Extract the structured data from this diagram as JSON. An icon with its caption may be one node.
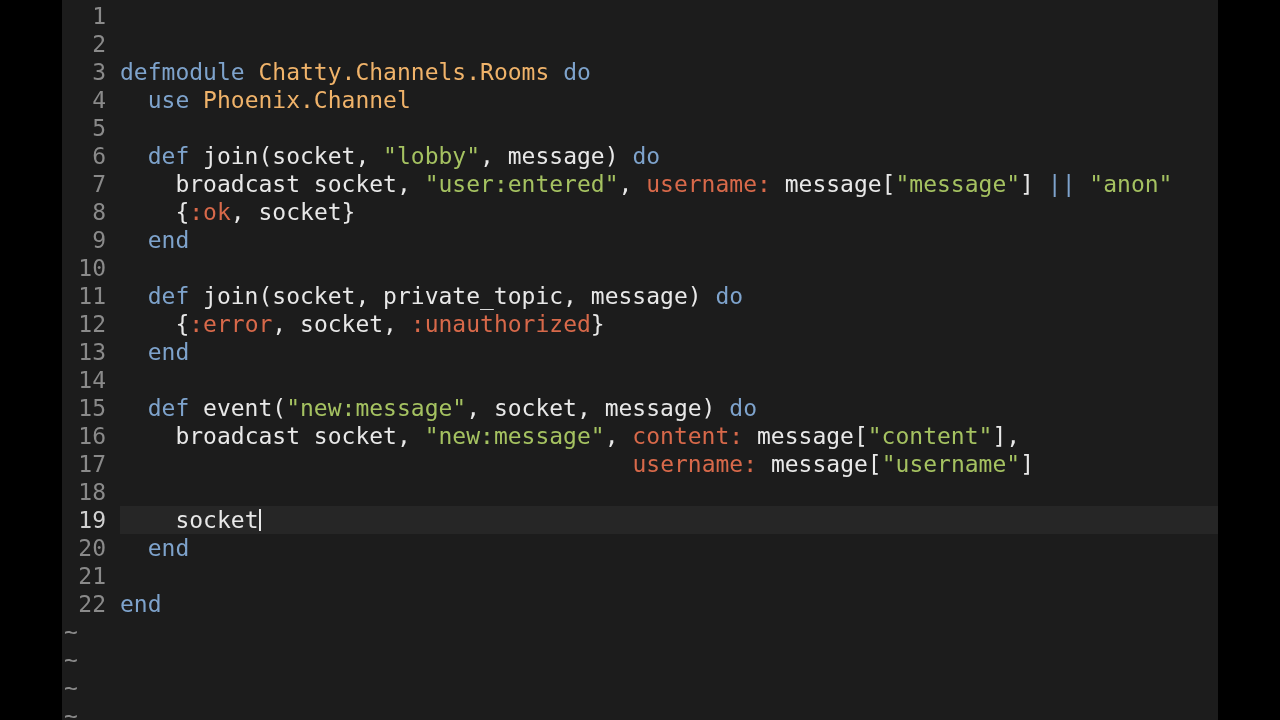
{
  "diagram": {
    "labels": [
      "1",
      "2",
      "3",
      "defmodule Chatty.Channels.Rooms do",
      "4",
      "use Phoenix.Channel",
      "5",
      "6",
      "def join(socket, \"lobby\", message) do",
      "7",
      "broadcast socket, \"user:entered\", username: message[\"message\"] || \"anon\"",
      "8",
      "{:ok, socket}",
      "9",
      "end",
      "10",
      "11",
      "def join(socket, private_topic, message) do",
      "12",
      "{:error, socket, :unauthorized}",
      "13",
      "end",
      "14",
      "15",
      "def event(\"new:message\", socket, message) do",
      "16",
      "broadcast socket, \"new:message\", content: message[\"content\"],",
      "17",
      "username: message[\"username\"]",
      "18",
      "19",
      "socket",
      "20",
      "end",
      "21",
      "22",
      "end",
      "~",
      "~",
      "~",
      "~"
    ]
  }
}
